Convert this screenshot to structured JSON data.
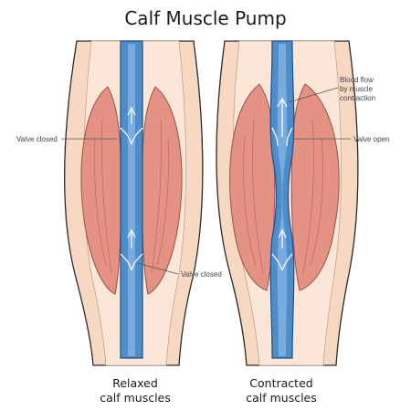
{
  "title": "Calf Muscle Pump",
  "legs": {
    "relaxed": {
      "caption_line1": "Relaxed",
      "caption_line2": "calf muscles",
      "valve_upper": "Valve closed",
      "valve_lower": "Valve closed"
    },
    "contracted": {
      "caption_line1": "Contracted",
      "caption_line2": "calf muscles",
      "flow_line1": "Blood flow",
      "flow_line2": "by muscle",
      "flow_line3": "contraction",
      "valve_open": "Valve open"
    }
  },
  "colors": {
    "skin": "#f6d8c3",
    "skin_inner": "#fbe6d7",
    "muscle": "#e39283",
    "muscle_dark": "#c97566",
    "vein": "#4d8dcc",
    "vein_light": "#9cc4ec",
    "outline": "#2b2b2b"
  },
  "icons": {
    "flow_arrow": "upward-arrow-icon"
  }
}
